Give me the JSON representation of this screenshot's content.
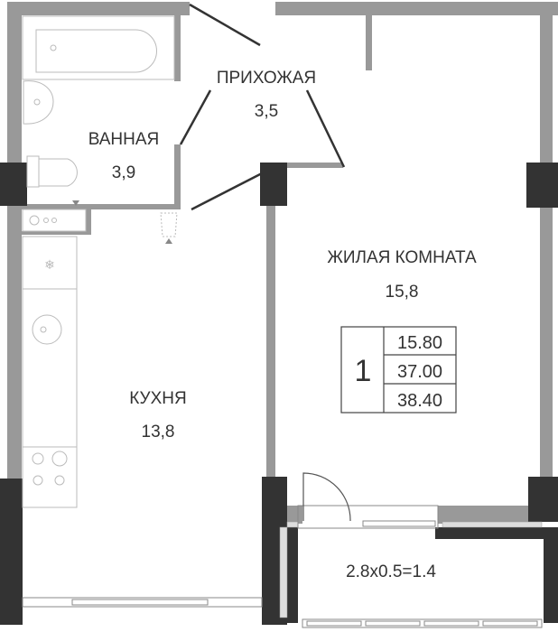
{
  "rooms": {
    "hallway": {
      "name": "ПРИХОЖАЯ",
      "area": "3,5"
    },
    "bathroom": {
      "name": "ВАННАЯ",
      "area": "3,9"
    },
    "living": {
      "name": "ЖИЛАЯ КОМНАТА",
      "area": "15,8"
    },
    "kitchen": {
      "name": "КУХНЯ",
      "area": "13,8"
    },
    "balcony": {
      "area": "2.8x0.5=1.4"
    }
  },
  "summary": {
    "rooms_count": "1",
    "living_area": "15.80",
    "total_area": "37.00",
    "total_with_balcony": "38.40"
  },
  "colors": {
    "wall": "#999999",
    "column": "#333333",
    "text": "#333333"
  }
}
